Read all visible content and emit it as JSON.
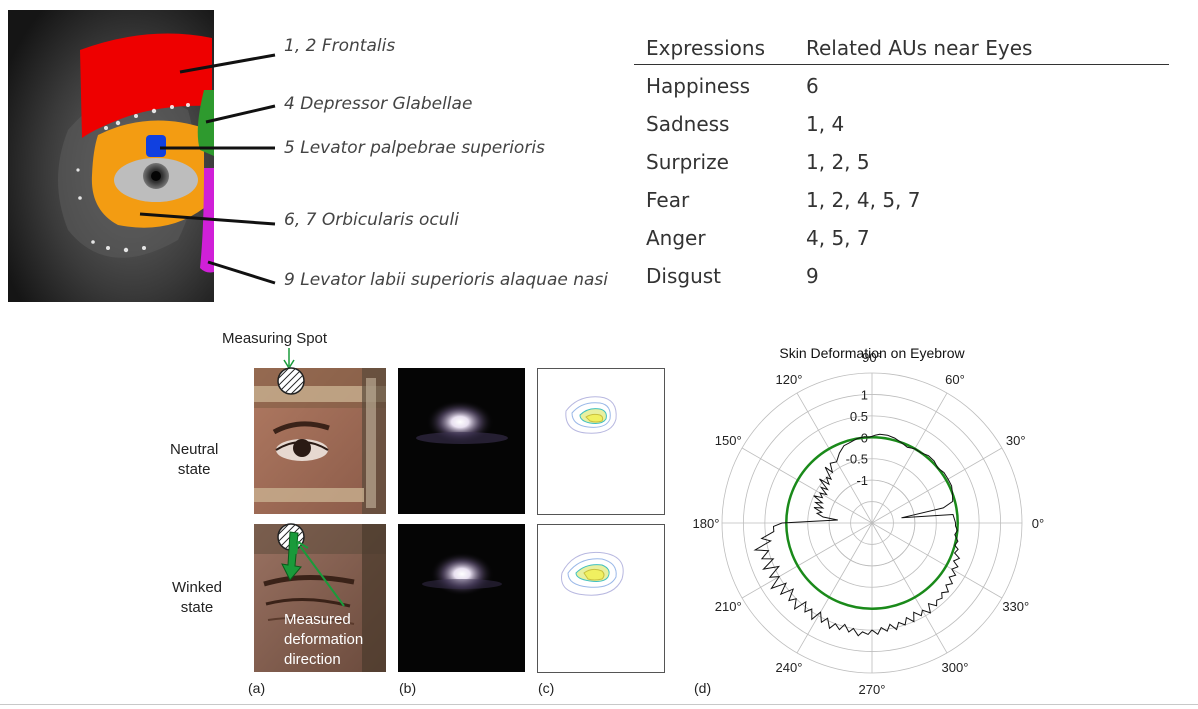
{
  "muscle_labels": [
    {
      "id": "frontalis",
      "text": "1, 2 Frontalis"
    },
    {
      "id": "depressor",
      "text": "4 Depressor Glabellae"
    },
    {
      "id": "levator-palp",
      "text": "5 Levator palpebrae superioris"
    },
    {
      "id": "orbicularis",
      "text": "6, 7 Orbicularis oculi"
    },
    {
      "id": "levator-labii",
      "text": "9 Levator labii superioris alaquae nasi"
    }
  ],
  "muscle_colors": {
    "frontalis": "#ee0000",
    "depressor": "#2e9a2e",
    "levator_palp": "#1040e0",
    "orbicularis": "#f39c12",
    "levator_labii": "#d020d8"
  },
  "au_table": {
    "headers": [
      "Expressions",
      "Related AUs near Eyes"
    ],
    "rows": [
      [
        "Happiness",
        "6"
      ],
      [
        "Sadness",
        "1, 4"
      ],
      [
        "Surprize",
        "1, 2, 5"
      ],
      [
        "Fear",
        "1, 2, 4, 5, 7"
      ],
      [
        "Anger",
        "4, 5, 7"
      ],
      [
        "Disgust",
        "9"
      ]
    ]
  },
  "figure": {
    "measuring_spot": "Measuring Spot",
    "neutral_state": "Neutral\nstate",
    "winked_state": "Winked\nstate",
    "measured_direction": "Measured\ndeformation\ndirection",
    "panel_letters": [
      "(a)",
      "(b)",
      "(c)",
      "(d)"
    ]
  },
  "chart_data": {
    "type": "polar",
    "title": "Skin Deformation on Eyebrow",
    "angle_tick_labels": [
      "0°",
      "30°",
      "60°",
      "90°",
      "120°",
      "150°",
      "180°",
      "210°",
      "240°",
      "270°",
      "300°",
      "330°"
    ],
    "radial_tick_labels": [
      "-1",
      "-0.5",
      "0",
      "0.5",
      "1"
    ],
    "radial_ticks": [
      -1,
      -0.5,
      0,
      0.5,
      1
    ],
    "rlim": [
      -2,
      1.5
    ],
    "reference_circle_value": 0,
    "reference_color": "#1a8a1a",
    "series": [
      {
        "color": "#111111",
        "angles_deg": [
          0,
          6,
          10,
          12,
          15,
          20,
          25,
          30,
          35,
          40,
          45,
          50,
          55,
          60,
          65,
          70,
          75,
          80,
          85,
          88,
          90,
          92,
          95,
          100,
          105,
          110,
          115,
          120,
          125,
          128,
          130,
          133,
          135,
          138,
          140,
          143,
          145,
          148,
          150,
          153,
          155,
          158,
          160,
          163,
          165,
          168,
          170,
          173,
          175,
          178,
          180,
          182,
          185,
          188,
          190,
          193,
          195,
          198,
          200,
          203,
          205,
          208,
          210,
          213,
          215,
          218,
          220,
          223,
          225,
          228,
          230,
          233,
          235,
          238,
          240,
          243,
          245,
          248,
          250,
          253,
          255,
          258,
          260,
          263,
          265,
          268,
          270,
          273,
          275,
          278,
          280,
          283,
          285,
          288,
          290,
          293,
          295,
          298,
          300,
          303,
          305,
          308,
          310,
          313,
          315,
          318,
          320,
          323,
          325,
          328,
          330,
          333,
          335,
          338,
          340,
          343,
          345,
          348,
          350,
          352,
          355,
          358
        ],
        "values": [
          -0.05,
          -0.1,
          -1.3,
          -0.3,
          -0.05,
          0,
          0.05,
          0.05,
          0.05,
          0,
          0.05,
          0.05,
          0,
          0,
          -0.05,
          0,
          0.05,
          0.08,
          0.08,
          0.05,
          0.02,
          0,
          0.02,
          0,
          -0.05,
          -0.08,
          -0.2,
          -0.35,
          -0.3,
          -0.5,
          -0.3,
          -0.6,
          -0.5,
          -0.65,
          -0.4,
          -0.7,
          -0.55,
          -0.75,
          -0.6,
          -0.7,
          -0.5,
          -0.75,
          -0.6,
          -0.8,
          -0.6,
          -0.8,
          -0.7,
          -0.85,
          -1.2,
          -0.7,
          0.1,
          0.3,
          0.3,
          0.6,
          0.4,
          0.8,
          0.5,
          0.7,
          0.45,
          0.75,
          0.4,
          0.7,
          0.5,
          0.8,
          0.45,
          0.7,
          0.4,
          0.65,
          0.5,
          0.7,
          0.4,
          0.6,
          0.45,
          0.65,
          0.4,
          0.6,
          0.45,
          0.65,
          0.5,
          0.6,
          0.45,
          0.6,
          0.5,
          0.65,
          0.55,
          0.6,
          0.5,
          0.6,
          0.45,
          0.55,
          0.4,
          0.55,
          0.4,
          0.5,
          0.35,
          0.5,
          0.3,
          0.45,
          0.35,
          0.5,
          0.3,
          0.45,
          0.35,
          0.4,
          0.3,
          0.4,
          0.25,
          0.35,
          0.2,
          0.3,
          0.15,
          0.25,
          0.1,
          0.2,
          0.05,
          0.1,
          0,
          0.05,
          0,
          -0.05,
          0,
          -0.05
        ]
      }
    ]
  }
}
